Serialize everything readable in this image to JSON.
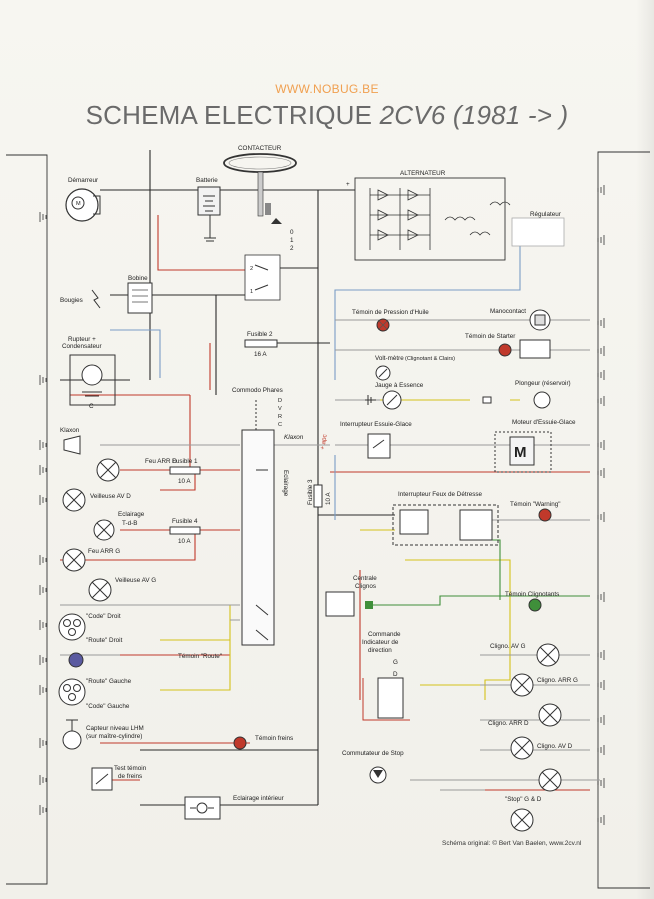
{
  "header": {
    "site": "WWW.NOBUG.BE",
    "title_prefix": "SCHEMA ELECTRIQUE",
    "title_model": "2CV6",
    "title_years": "(1981 -> )"
  },
  "components": {
    "contacteur": "CONTACTEUR",
    "contact_positions": [
      "0",
      "1",
      "2"
    ],
    "demarreur": "Démarreur",
    "batterie": "Batterie",
    "alternateur": "ALTERNATEUR",
    "regulateur": "Régulateur",
    "bobine": "Bobine",
    "bougies": "Bougies",
    "rupteur": "Rupteur +",
    "condensateur": "Condensateur",
    "condensateur_c": "C",
    "fusible2": "Fusible 2",
    "fusible2_rating": "16 A",
    "temoin_huile": "Témoin de Pression d'Huile",
    "manocontact": "Manocontact",
    "temoin_starter": "Témoin de Starter",
    "voltmetre": "Volt-mètre",
    "voltmetre_note": "(Clignotant & Clairs)",
    "jauge": "Jauge à Essence",
    "plongeur": "Plongeur (réservoir)",
    "commodo": "Commodo Phares",
    "commodo_positions": [
      "D",
      "V",
      "R",
      "C"
    ],
    "klaxon": "Klaxon",
    "klaxon_switch": "Klaxon",
    "eclairage": "Eclairage",
    "interrupteur_essuie": "Interrupteur Essuie-Glace",
    "moteur_essuie": "Moteur d'Essuie-Glace",
    "moteur_letter": "M",
    "feu_arr_d": "Feu ARR D",
    "fusible1": "Fusible 1",
    "fusible1_rating": "10 A",
    "veilleuse_av_d": "Veilleuse AV D",
    "eclairage_tdb_1": "Eclairage",
    "eclairage_tdb_2": "T-d-B",
    "fusible4": "Fusible 4",
    "fusible4_rating": "10 A",
    "fusible3": "Fusible 3",
    "fusible3_rating": "10 A",
    "feu_arr_g": "Feu ARR G",
    "veilleuse_av_g": "Veilleuse AV G",
    "interrupteur_detresse": "Interrupteur Feux de Détresse",
    "temoin_warning": "Témoin \"Warning\"",
    "centrale_1": "Centrale",
    "centrale_2": "Clignos",
    "temoin_clignotants": "Témoin Clignotants",
    "code_droit": "\"Code\" Droit",
    "route_droit": "\"Route\" Droit",
    "temoin_route": "Témoin \"Route\"",
    "route_gauche": "\"Route\" Gauche",
    "code_gauche": "\"Code\" Gauche",
    "commande_1": "Commande",
    "commande_2": "Indicateur de",
    "commande_3": "direction",
    "commande_g": "G",
    "commande_d": "D",
    "cligno_av_g": "Cligno. AV G",
    "cligno_arr_g": "Cligno. ARR G",
    "cligno_arr_d": "Cligno. ARR D",
    "cligno_av_d": "Cligno. AV D",
    "capteur_lhm_1": "Capteur niveau LHM",
    "capteur_lhm_2": "(sur maître-cylindre)",
    "temoin_freins": "Témoin freins",
    "test_temoin_1": "Test témoin",
    "test_temoin_2": "de freins",
    "commutateur_stop": "Commutateur de Stop",
    "stop_gd": "\"Stop\" G & D",
    "eclairage_interieur": "Eclairage intérieur",
    "handwritten_note": "+ apc"
  },
  "footer": {
    "credit": "Schéma original: © Bert Van Baelen, www.2cv.nl"
  },
  "colors": {
    "wire_red": "#c0392b",
    "wire_yellow": "#d4c21a",
    "wire_green": "#3f8f3a",
    "wire_blue": "#7a9cc6",
    "wire_grey": "#9a9a9a",
    "wire_black": "#2a2a2a",
    "header_url": "#f0a050"
  }
}
